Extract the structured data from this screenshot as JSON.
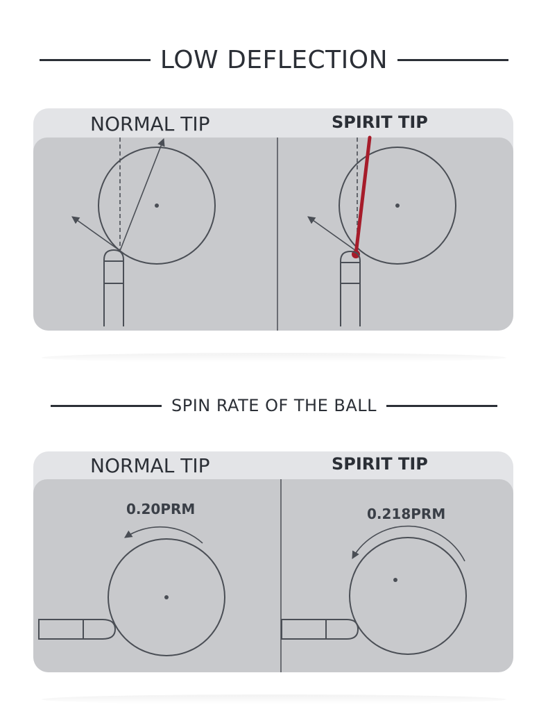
{
  "sections": [
    {
      "title": "LOW DEFLECTION",
      "columns": [
        {
          "label": "NORMAL TIP"
        },
        {
          "label": "SPIRIT TIP"
        }
      ]
    },
    {
      "title": "SPIN RATE OF THE BALL",
      "columns": [
        {
          "label": "NORMAL TIP",
          "spin_rate": "0.20PRM"
        },
        {
          "label": "SPIRIT TIP",
          "spin_rate": "0.218PRM"
        }
      ]
    }
  ],
  "colors": {
    "line": "#4a4e55",
    "accent": "#a61c2a",
    "panel": "#c8c9cc",
    "panel_header": "#e3e4e7"
  }
}
